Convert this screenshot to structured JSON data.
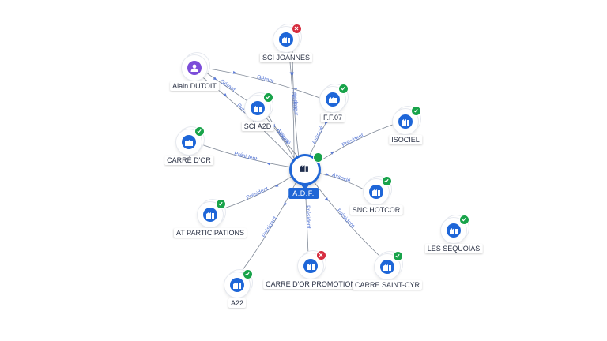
{
  "center": {
    "label": "A.D.F."
  },
  "nodes": [
    {
      "id": "sci_joannes",
      "label": "SCI JOANNES",
      "type": "company",
      "status": "closed"
    },
    {
      "id": "alain_dutoit",
      "label": "Alain DUTOIT",
      "type": "person",
      "status": "none"
    },
    {
      "id": "sci_a2d",
      "label": "SCI A2D",
      "type": "company",
      "status": "active"
    },
    {
      "id": "ff07",
      "label": "F.F.07",
      "type": "company",
      "status": "active"
    },
    {
      "id": "isociel",
      "label": "ISOCIEL",
      "type": "company",
      "status": "active"
    },
    {
      "id": "carre_dor",
      "label": "CARRÉ D'OR",
      "type": "company",
      "status": "active"
    },
    {
      "id": "snc_hotcor",
      "label": "SNC HOTCOR",
      "type": "company",
      "status": "active"
    },
    {
      "id": "les_sequoias",
      "label": "LES SEQUOIAS",
      "type": "company",
      "status": "active"
    },
    {
      "id": "at_participations",
      "label": "AT PARTICIPATIONS",
      "type": "company",
      "status": "active"
    },
    {
      "id": "carre_dor_promotion",
      "label": "CARRE D'OR PROMOTION",
      "type": "company",
      "status": "closed"
    },
    {
      "id": "carre_saint_cyr",
      "label": "CARRE SAINT-CYR",
      "type": "company",
      "status": "active"
    },
    {
      "id": "a22",
      "label": "A22",
      "type": "company",
      "status": "active"
    }
  ],
  "edges": [
    {
      "from": "sci_joannes",
      "to": "center",
      "label": "Associé"
    },
    {
      "from": "sci_joannes",
      "to": "center",
      "label": "Liquidateur"
    },
    {
      "from": "alain_dutoit",
      "to": "ff07",
      "label": "Gérant"
    },
    {
      "from": "alain_dutoit",
      "to": "sci_a2d",
      "label": "Gérant"
    },
    {
      "from": "alain_dutoit",
      "to": "center",
      "label": "Représentant"
    },
    {
      "from": "sci_a2d",
      "to": "center",
      "label": "Gérant"
    },
    {
      "from": "sci_a2d",
      "to": "center",
      "label": "Associé"
    },
    {
      "from": "ff07",
      "to": "center",
      "label": "Associé"
    },
    {
      "from": "center",
      "to": "isociel",
      "label": "Président"
    },
    {
      "from": "center",
      "to": "carre_dor",
      "label": "Président"
    },
    {
      "from": "center",
      "to": "snc_hotcor",
      "label": "Associé"
    },
    {
      "from": "center",
      "to": "at_participations",
      "label": "Président"
    },
    {
      "from": "center",
      "to": "carre_dor_promotion",
      "label": "Président"
    },
    {
      "from": "center",
      "to": "carre_saint_cyr",
      "label": "Président"
    },
    {
      "from": "center",
      "to": "a22",
      "label": "Président"
    }
  ],
  "colors": {
    "accent": "#1f66d6",
    "active": "#18a34a",
    "closed": "#d62d3f",
    "person": "#7c4dd9",
    "edge": "#7f8896",
    "edge_label": "#5a7ad6"
  }
}
